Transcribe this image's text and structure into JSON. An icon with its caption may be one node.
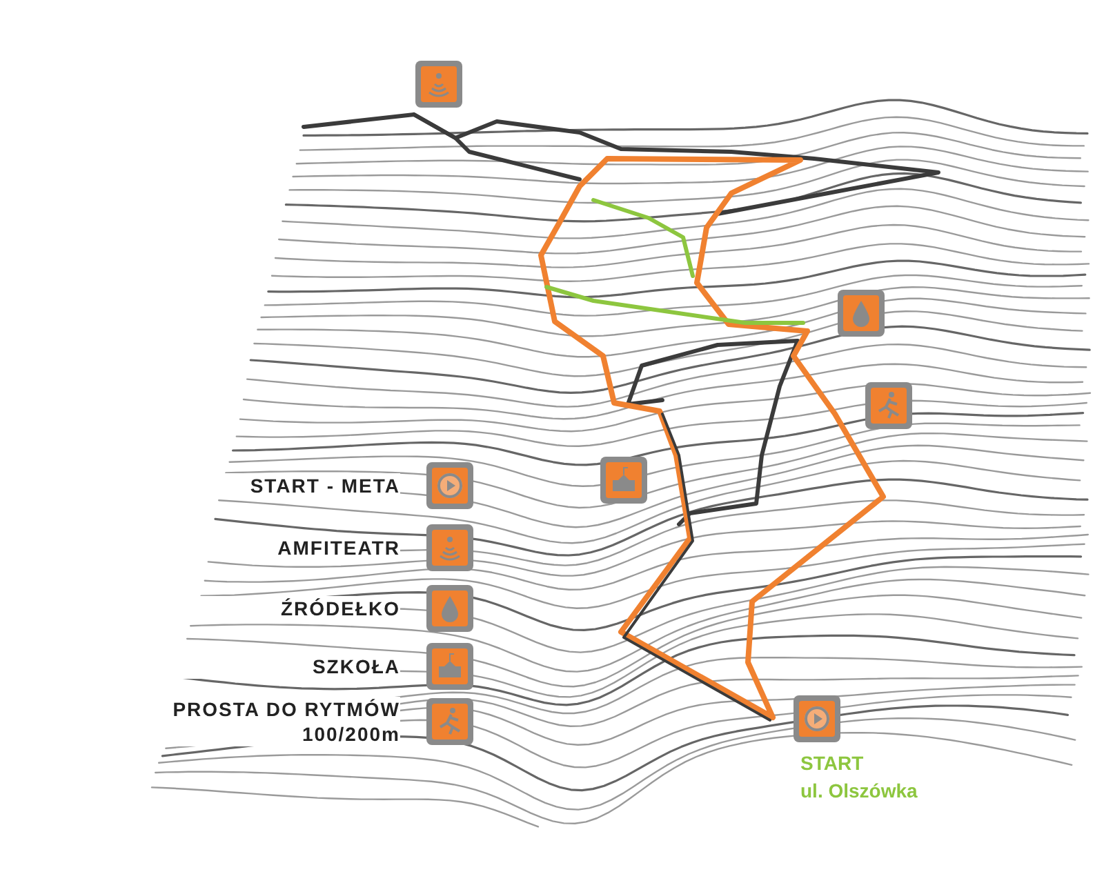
{
  "diagram": {
    "labels": [
      "START",
      "ul. Olszówka"
    ],
    "legend": [
      {
        "text": "START - META"
      },
      {
        "text": "AMFITEATR"
      },
      {
        "text": "ŹRÓDEŁKO"
      },
      {
        "text": "SZKOŁA"
      },
      {
        "text": "PROSTA DO RYTMÓW 100/200m"
      }
    ]
  }
}
